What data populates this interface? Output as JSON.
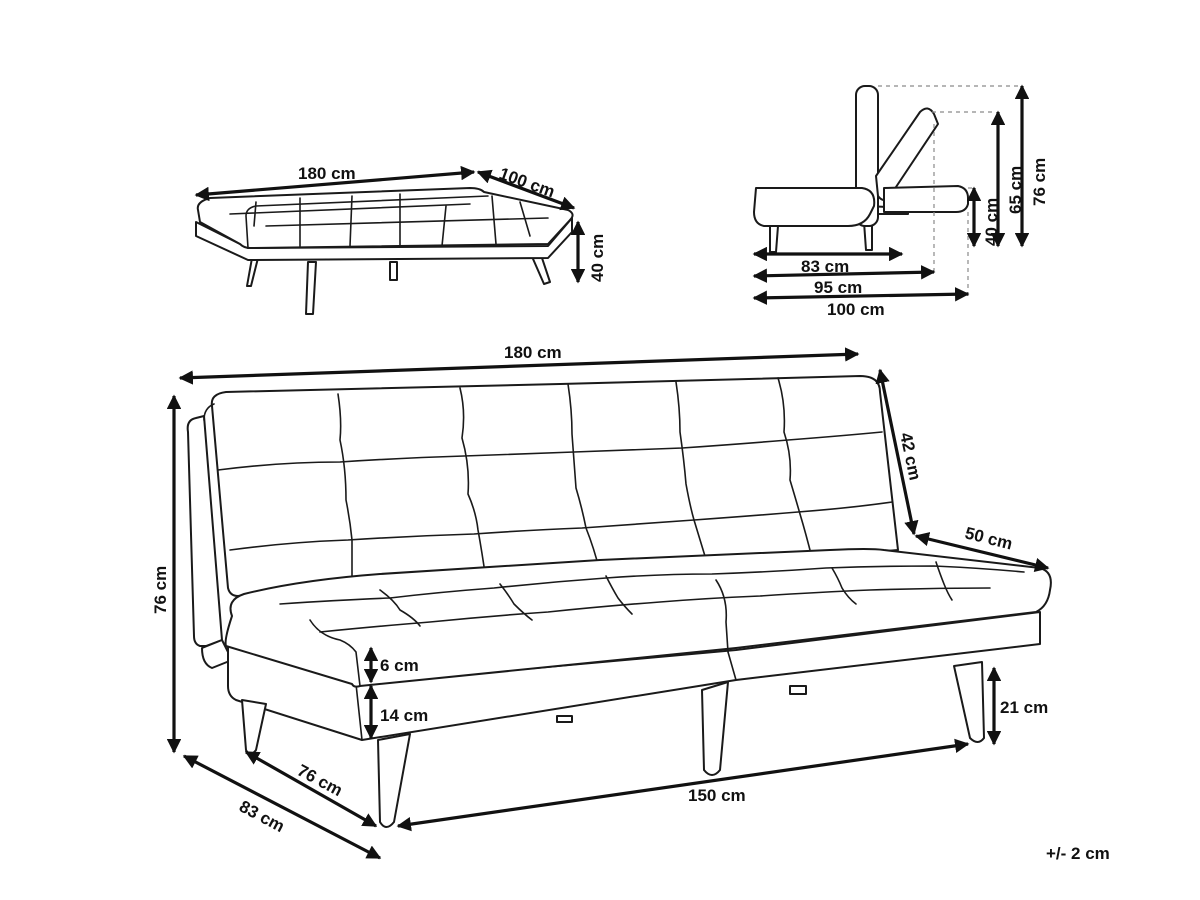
{
  "bed_view": {
    "width_label": "180 cm",
    "depth_label": "100 cm",
    "height_label": "40 cm"
  },
  "side_view": {
    "seat_height_label": "40 cm",
    "mid_height_label": "65 cm",
    "full_height_label": "76 cm",
    "depth_upright_label": "83 cm",
    "depth_reclined_label": "95 cm",
    "depth_flat_label": "100 cm"
  },
  "sofa_view": {
    "width_label": "180 cm",
    "height_label": "76 cm",
    "back_label": "42 cm",
    "seat_depth_label": "50 cm",
    "cushion_label": "6 cm",
    "frame_label": "14 cm",
    "leg_label": "21 cm",
    "base_width_label": "150 cm",
    "inner_depth_label": "76 cm",
    "outer_depth_label": "83 cm"
  },
  "tolerance_label": "+/- 2 cm"
}
